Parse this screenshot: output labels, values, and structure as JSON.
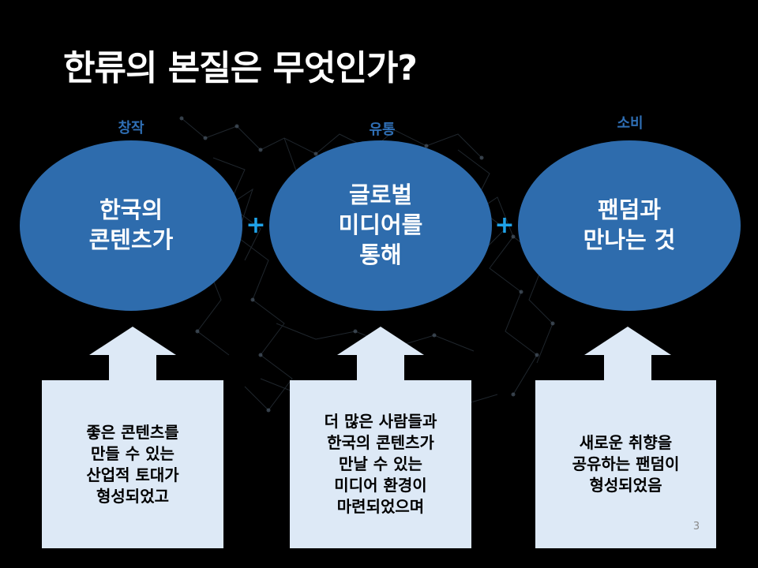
{
  "title": "한류의 본질은 무엇인가?",
  "colors": {
    "background": "#000000",
    "ellipse_fill": "#2e6cad",
    "stage_label": "#2f6fb5",
    "plus": "#1fa2e8",
    "box_fill": "#dde9f6",
    "network_line": "#3a4652"
  },
  "stages": [
    {
      "label": "창작",
      "ellipse_text": "한국의\n콘텐츠가",
      "box_text": "좋은 콘텐츠를\n만들 수 있는\n산업적 토대가\n형성되었고"
    },
    {
      "label": "유통",
      "ellipse_text": "글로벌\n미디어를\n통해",
      "box_text": "더 많은 사람들과\n한국의 콘텐츠가\n만날 수 있는\n미디어 환경이\n마련되었으며"
    },
    {
      "label": "소비",
      "ellipse_text": "팬덤과\n만나는 것",
      "box_text": "새로운 취향을\n공유하는 팬덤이\n형성되었음"
    }
  ],
  "connectors": [
    "+",
    "+"
  ],
  "page_number": "3"
}
